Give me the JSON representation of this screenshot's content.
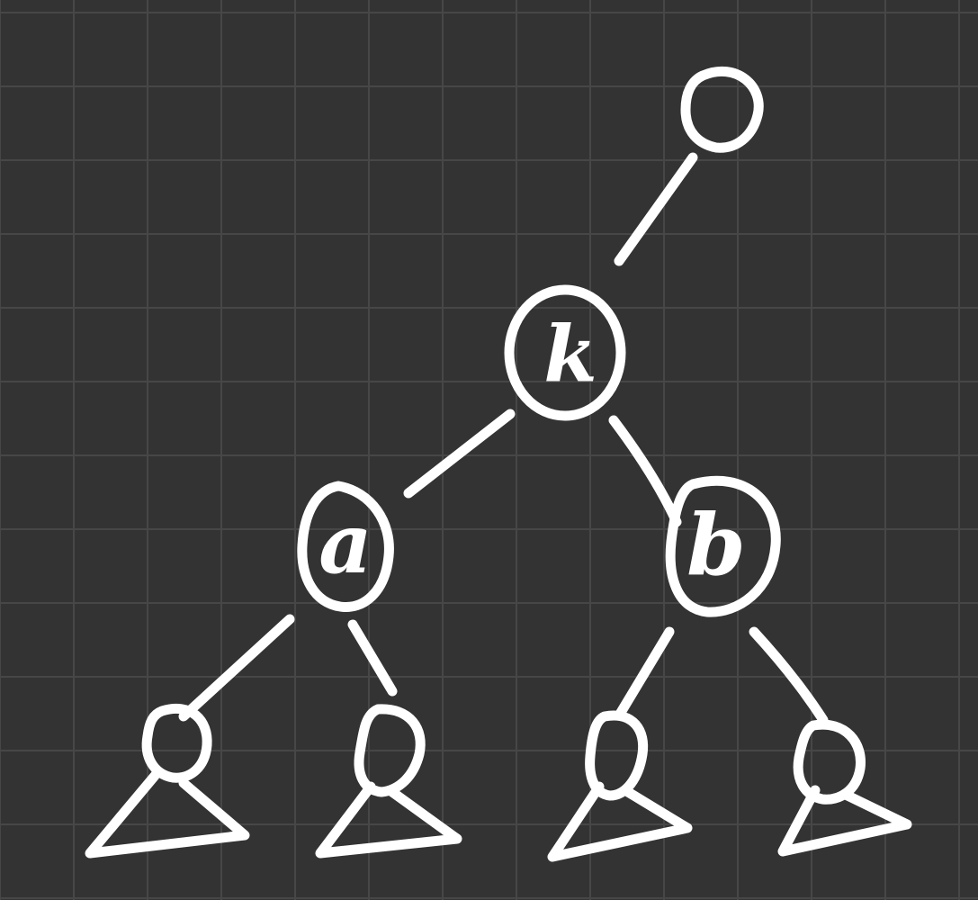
{
  "diagram": {
    "nodes": [
      {
        "id": "root",
        "label": ""
      },
      {
        "id": "k",
        "label": "k"
      },
      {
        "id": "a",
        "label": "a"
      },
      {
        "id": "b",
        "label": "b"
      },
      {
        "id": "a-left",
        "label": ""
      },
      {
        "id": "a-right",
        "label": ""
      },
      {
        "id": "b-left",
        "label": ""
      },
      {
        "id": "b-right",
        "label": ""
      }
    ],
    "edges": [
      {
        "from": "root",
        "to": "k"
      },
      {
        "from": "k",
        "to": "a"
      },
      {
        "from": "k",
        "to": "b"
      },
      {
        "from": "a",
        "to": "a-left"
      },
      {
        "from": "a",
        "to": "a-right"
      },
      {
        "from": "b",
        "to": "b-left"
      },
      {
        "from": "b",
        "to": "b-right"
      }
    ],
    "subtrees": [
      "a-left",
      "a-right",
      "b-left",
      "b-right"
    ],
    "colors": {
      "background": "#333333",
      "grid": "#474747",
      "ink": "#ffffff"
    }
  }
}
